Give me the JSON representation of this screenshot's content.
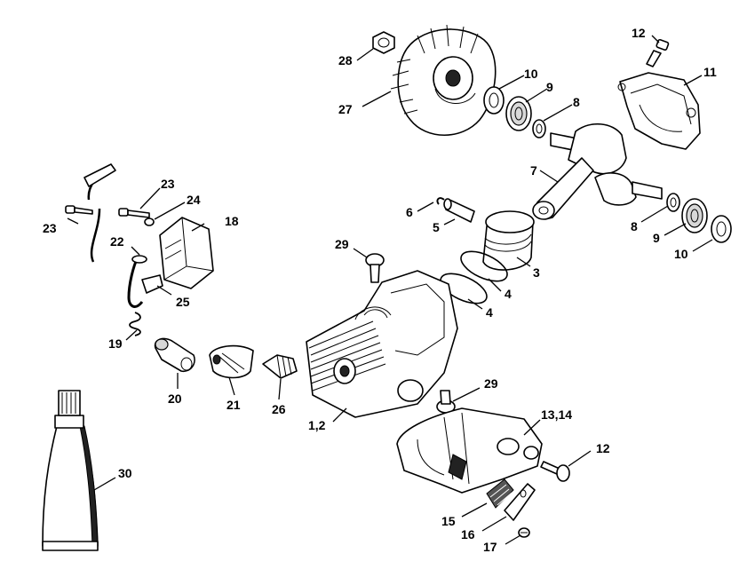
{
  "labels": {
    "p1_2": "1,2",
    "p3": "3",
    "p4a": "4",
    "p4b": "4",
    "p5": "5",
    "p6": "6",
    "p7": "7",
    "p8a": "8",
    "p8b": "8",
    "p9a": "9",
    "p9b": "9",
    "p10a": "10",
    "p10b": "10",
    "p11": "11",
    "p12a": "12",
    "p12b": "12",
    "p13_14": "13,14",
    "p15": "15",
    "p16": "16",
    "p17": "17",
    "p18": "18",
    "p19": "19",
    "p20": "20",
    "p21": "21",
    "p22": "22",
    "p23a": "23",
    "p23b": "23",
    "p24": "24",
    "p25": "25",
    "p26": "26",
    "p27": "27",
    "p28": "28",
    "p29a": "29",
    "p29b": "29",
    "p30": "30"
  }
}
